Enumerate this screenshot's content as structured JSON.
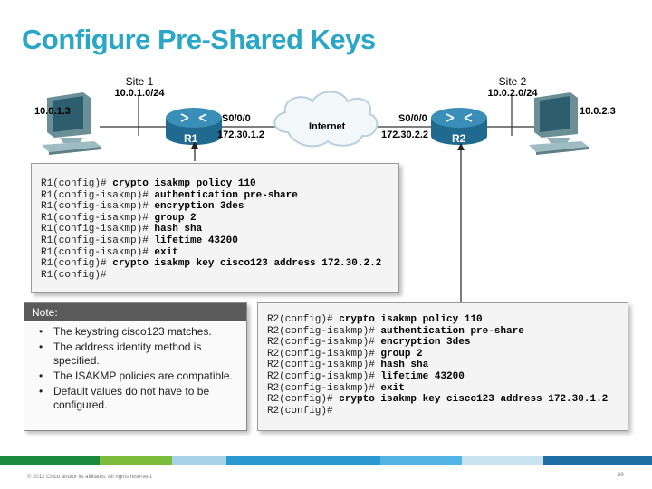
{
  "title": "Configure Pre-Shared Keys",
  "topology": {
    "site1": {
      "label": "Site 1",
      "network": "10.0.1.0/24",
      "host_ip": "10.0.1.3"
    },
    "site2": {
      "label": "Site 2",
      "network": "10.0.2.0/24",
      "host_ip": "10.0.2.3"
    },
    "r1": {
      "name": "R1",
      "interface": "S0/0/0",
      "ip": "172.30.1.2"
    },
    "r2": {
      "name": "R2",
      "interface": "S0/0/0",
      "ip": "172.30.2.2"
    },
    "cloud_label": "Internet"
  },
  "r1_config": [
    {
      "prompt": "R1(config)# ",
      "cmd": "crypto isakmp policy 110"
    },
    {
      "prompt": "R1(config-isakmp)# ",
      "cmd": "authentication pre-share"
    },
    {
      "prompt": "R1(config-isakmp)# ",
      "cmd": "encryption 3des"
    },
    {
      "prompt": "R1(config-isakmp)# ",
      "cmd": "group 2"
    },
    {
      "prompt": "R1(config-isakmp)# ",
      "cmd": "hash sha"
    },
    {
      "prompt": "R1(config-isakmp)# ",
      "cmd": "lifetime 43200"
    },
    {
      "prompt": "R1(config-isakmp)# ",
      "cmd": "exit"
    },
    {
      "prompt": "R1(config)# ",
      "cmd": "crypto isakmp key cisco123 address 172.30.2.2"
    },
    {
      "prompt": "R1(config)#",
      "cmd": ""
    }
  ],
  "r2_config": [
    {
      "prompt": "R2(config)# ",
      "cmd": "crypto isakmp policy 110"
    },
    {
      "prompt": "R2(config-isakmp)# ",
      "cmd": "authentication pre-share"
    },
    {
      "prompt": "R2(config-isakmp)# ",
      "cmd": "encryption 3des"
    },
    {
      "prompt": "R2(config-isakmp)# ",
      "cmd": "group 2"
    },
    {
      "prompt": "R2(config-isakmp)# ",
      "cmd": "hash sha"
    },
    {
      "prompt": "R2(config-isakmp)# ",
      "cmd": "lifetime 43200"
    },
    {
      "prompt": "R2(config-isakmp)# ",
      "cmd": "exit"
    },
    {
      "prompt": "R2(config)# ",
      "cmd": "crypto isakmp key cisco123 address 172.30.1.2"
    },
    {
      "prompt": "R2(config)#",
      "cmd": ""
    }
  ],
  "note": {
    "heading": "Note:",
    "items": [
      "The keystring cisco123 matches.",
      "The address identity method is specified.",
      "The ISAKMP policies are compatible.",
      "Default values do not have to be configured."
    ]
  },
  "footer": {
    "copyright": "© 2012 Cisco and/or its affiliates. All rights reserved.",
    "page": "69"
  },
  "colors": {
    "title": "#2aa6c6",
    "router": "#2f7fa6",
    "footer_strip": [
      "#1b8a3c",
      "#7dbb3a",
      "#a6d1e6",
      "#2a99cf",
      "#53b5e6",
      "#c8e2ef",
      "#1e6fa6"
    ]
  }
}
